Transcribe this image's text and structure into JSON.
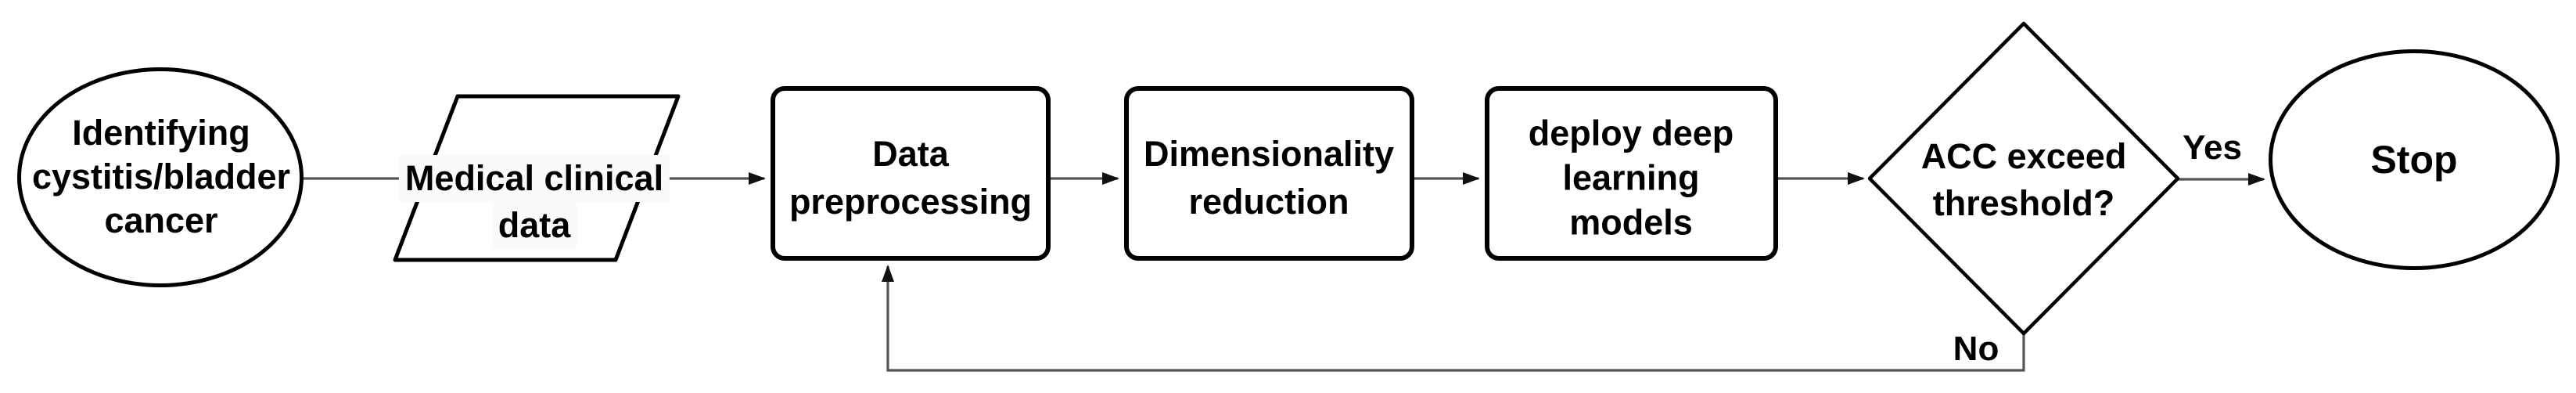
{
  "diagram": {
    "type": "flowchart",
    "description": "Deep learning workflow for identifying cystitis/bladder cancer",
    "colors": {
      "background": "#ffffff",
      "shape_stroke": "#000000",
      "connector": "#555555",
      "text": "#000000",
      "label_bg": "#fafafa"
    },
    "nodes": {
      "start": {
        "shape": "ellipse",
        "lines": [
          "Identifying",
          "cystitis/bladder",
          "cancer"
        ]
      },
      "data_input": {
        "shape": "parallelogram",
        "lines": [
          "Medical clinical",
          "data"
        ]
      },
      "preprocessing": {
        "shape": "rounded-rect",
        "lines": [
          "Data",
          "preprocessing"
        ]
      },
      "dim_reduction": {
        "shape": "rounded-rect",
        "lines": [
          "Dimensionality",
          "reduction"
        ]
      },
      "deploy": {
        "shape": "rounded-rect",
        "lines": [
          "deploy deep",
          "learning",
          "models"
        ]
      },
      "decision": {
        "shape": "diamond",
        "lines": [
          "ACC exceed",
          "threshold?"
        ]
      },
      "stop": {
        "shape": "ellipse",
        "lines": [
          "Stop"
        ]
      }
    },
    "edges": [
      {
        "from": "start",
        "to": "data_input"
      },
      {
        "from": "data_input",
        "to": "preprocessing"
      },
      {
        "from": "preprocessing",
        "to": "dim_reduction"
      },
      {
        "from": "dim_reduction",
        "to": "deploy"
      },
      {
        "from": "deploy",
        "to": "decision"
      },
      {
        "from": "decision",
        "to": "stop",
        "label": "Yes"
      },
      {
        "from": "decision",
        "to": "preprocessing",
        "label": "No"
      }
    ]
  }
}
